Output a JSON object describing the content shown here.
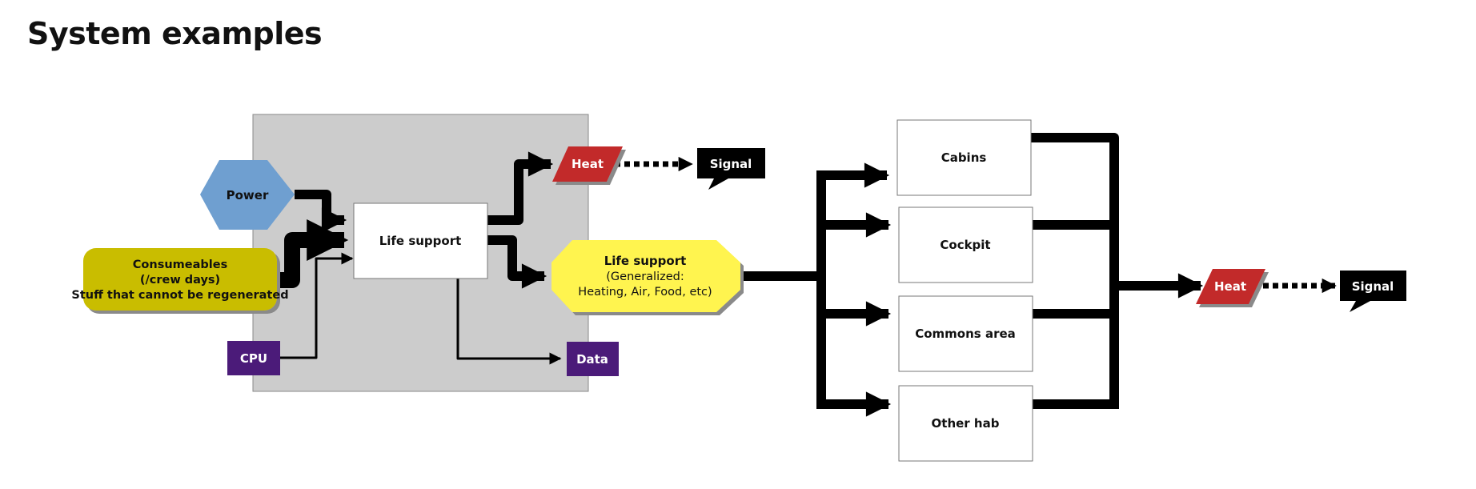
{
  "title": "System examples",
  "nodes": {
    "power": "Power",
    "consumeables": [
      "Consumeables",
      "(/crew days)",
      "Stuff that cannot be regenerated"
    ],
    "cpu": "CPU",
    "life_support": "Life support",
    "heat_left": "Heat",
    "signal_left": "Signal",
    "data": "Data",
    "life_support_general": [
      "Life support",
      "(Generalized:",
      "Heating, Air, Food, etc)"
    ],
    "cabins": "Cabins",
    "cockpit": "Cockpit",
    "commons": "Commons area",
    "other_hab": "Other hab",
    "heat_right": "Heat",
    "signal_right": "Signal"
  },
  "colors": {
    "group_bg": "#cccccc",
    "power": "#6f9fd0",
    "consumeables": "#c9bd00",
    "cpu": "#4b1b79",
    "data": "#4b1b79",
    "heat": "#c22b2b",
    "signal": "#000000",
    "life_support_general": "#fff44f",
    "arrow": "#000000"
  }
}
